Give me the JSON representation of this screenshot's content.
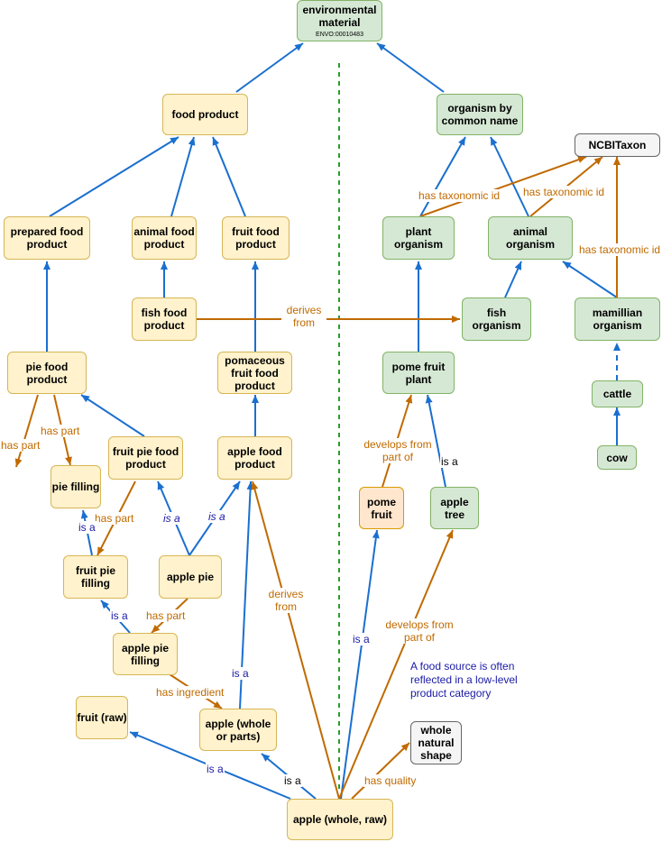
{
  "nodes": {
    "environmental_material": {
      "label": "environmental material",
      "sublabel": "ENVO:00010483",
      "color": "#d5e8d4"
    },
    "food_product": {
      "label": "food product",
      "color": "#fff2cc"
    },
    "organism_by_common_name": {
      "label": "organism by common name",
      "color": "#d5e8d4"
    },
    "ncbitaxon": {
      "label": "NCBITaxon",
      "color": "#f5f5f5"
    },
    "prepared_food_product": {
      "label": "prepared food product"
    },
    "animal_food_product": {
      "label": "animal food product"
    },
    "fruit_food_product": {
      "label": "fruit food product"
    },
    "plant_organism": {
      "label": "plant organism"
    },
    "animal_organism": {
      "label": "animal organism"
    },
    "fish_food_product": {
      "label": "fish food product"
    },
    "fish_organism": {
      "label": "fish organism"
    },
    "mamillian_organism": {
      "label": "mamillian organism"
    },
    "pie_food_product": {
      "label": "pie food product"
    },
    "pomaceous_fruit_food_product": {
      "label": "pomaceous fruit food product"
    },
    "pome_fruit_plant": {
      "label": "pome fruit plant"
    },
    "cattle": {
      "label": "cattle"
    },
    "fruit_pie_food_product": {
      "label": "fruit pie food product"
    },
    "apple_food_product": {
      "label": "apple food product"
    },
    "cow": {
      "label": "cow"
    },
    "pie_filling": {
      "label": "pie filling"
    },
    "pome_fruit": {
      "label": "pome fruit",
      "color": "#ffe6cc"
    },
    "apple_tree": {
      "label": "apple tree"
    },
    "fruit_pie_filling": {
      "label": "fruit pie filling"
    },
    "apple_pie": {
      "label": "apple pie"
    },
    "apple_pie_filling": {
      "label": "apple pie filling"
    },
    "fruit_raw": {
      "label": "fruit (raw)"
    },
    "apple_whole_or_parts": {
      "label": "apple (whole or parts)"
    },
    "whole_natural_shape": {
      "label": "whole natural shape"
    },
    "apple_whole_raw": {
      "label": "apple (whole, raw)"
    }
  },
  "edge_labels": {
    "has_taxonomic_id": "has taxonomic id",
    "derives_from": "derives from",
    "has_part": "has part",
    "is_a": "is a",
    "develops_from_part_of": "develops from part of",
    "has_ingredient": "has ingredient",
    "has_quality": "has quality"
  },
  "note": "A food source is often reflected in a low-level product category",
  "colors": {
    "is_a_edge": "#1a6fcf",
    "relation_edge": "#c06a00",
    "separator": "#2a9d2a",
    "food_fill": "#fff2cc",
    "organism_fill": "#d5e8d4"
  }
}
